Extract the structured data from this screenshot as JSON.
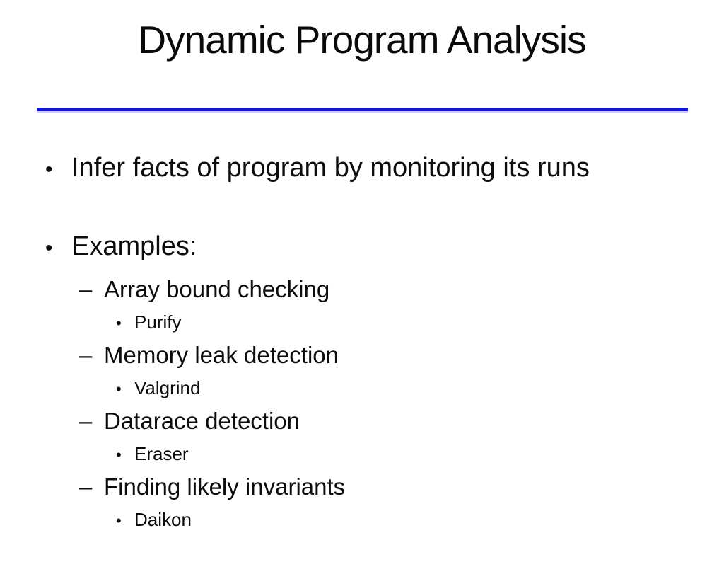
{
  "slide": {
    "title": "Dynamic Program Analysis",
    "divider_color": "#1616ce",
    "text_color": "#0d0d0d",
    "bullets": [
      {
        "level": 1,
        "marker": "•",
        "text": "Infer facts of program by monitoring its runs"
      },
      {
        "level": 1,
        "marker": "•",
        "text": "Examples:"
      },
      {
        "level": 2,
        "marker": "–",
        "text": "Array bound checking"
      },
      {
        "level": 3,
        "marker": "•",
        "text": "Purify"
      },
      {
        "level": 2,
        "marker": "–",
        "text": "Memory leak detection"
      },
      {
        "level": 3,
        "marker": "•",
        "text": "Valgrind"
      },
      {
        "level": 2,
        "marker": "–",
        "text": "Datarace detection"
      },
      {
        "level": 3,
        "marker": "•",
        "text": "Eraser"
      },
      {
        "level": 2,
        "marker": "–",
        "text": "Finding likely invariants"
      },
      {
        "level": 3,
        "marker": "•",
        "text": "Daikon"
      }
    ]
  }
}
